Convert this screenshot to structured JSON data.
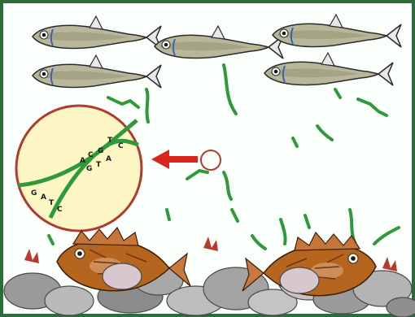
{
  "illustration": {
    "scene": "underwater",
    "colors": {
      "border": "#2c6b3a",
      "water": "#fbfffc",
      "dna_strand": "#2f9a3a",
      "callout_circle": "#b03a2e",
      "magnifier_fill": "#fbf6c4",
      "arrow": "#d9261f",
      "fish_body": "#b9b79a",
      "rockfish": "#b5651d"
    },
    "magnifier_labels": {
      "upper": [
        "A",
        "C",
        "G",
        "T",
        "G",
        "T",
        "A",
        "C"
      ],
      "lower": [
        "G",
        "A",
        "T",
        "C"
      ]
    }
  }
}
